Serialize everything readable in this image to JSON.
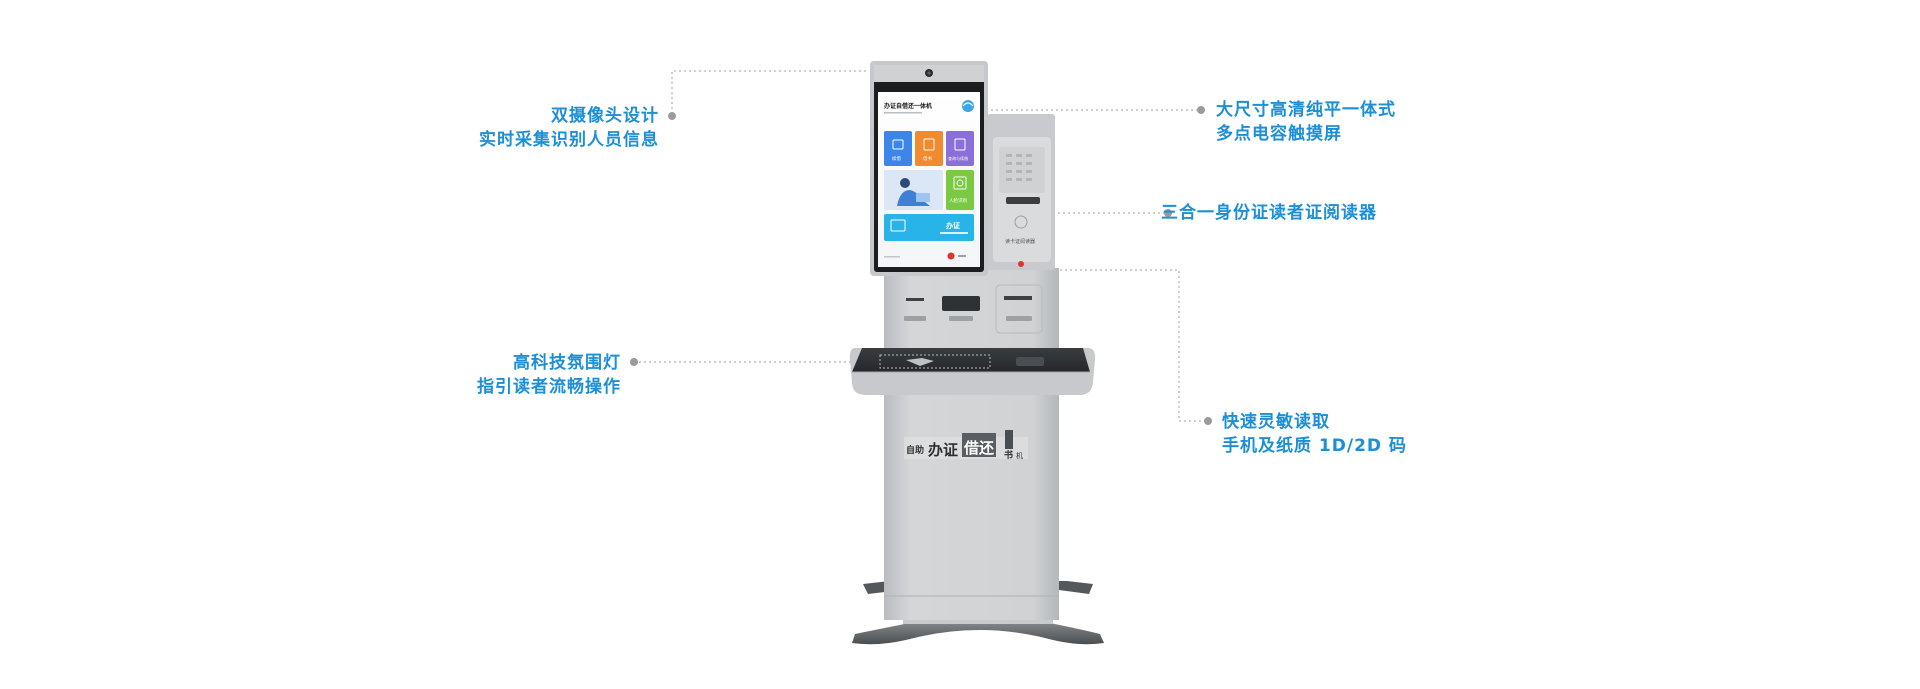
{
  "callouts": {
    "dual_camera": {
      "line1": "双摄像头设计",
      "line2": "实时采集识别人员信息"
    },
    "touchscreen": {
      "line1": "大尺寸高清纯平一体式",
      "line2": "多点电容触摸屏"
    },
    "id_reader": {
      "line1": "三合一身份证读者证阅读器"
    },
    "ambient_light": {
      "line1": "高科技氛围灯",
      "line2": "指引读者流畅操作"
    },
    "scanner": {
      "line1": "快速灵敏读取",
      "line2": "手机及纸质 1D/2D 码"
    }
  },
  "screen": {
    "app_title": "办证自借还一体机",
    "tiles": [
      "续借",
      "借书",
      "查询与续借",
      "人脸识别"
    ],
    "big_button": {
      "label": "办证"
    }
  },
  "machine": {
    "front_label": {
      "part1": "自助",
      "part2": "办证",
      "part3": "借还",
      "part4": "书",
      "part5": "机"
    },
    "reader_label": "读卡证阅读器"
  },
  "colors": {
    "accent": "#1c8fd6",
    "leader_dot": "#9b9b9b",
    "tile_blue": "#3b86e8",
    "tile_orange": "#f28a2e",
    "tile_purple": "#8a6fd8",
    "tile_green": "#7ac943",
    "big_button": "#28b4e8",
    "cabinet": "#cdcfd1"
  }
}
